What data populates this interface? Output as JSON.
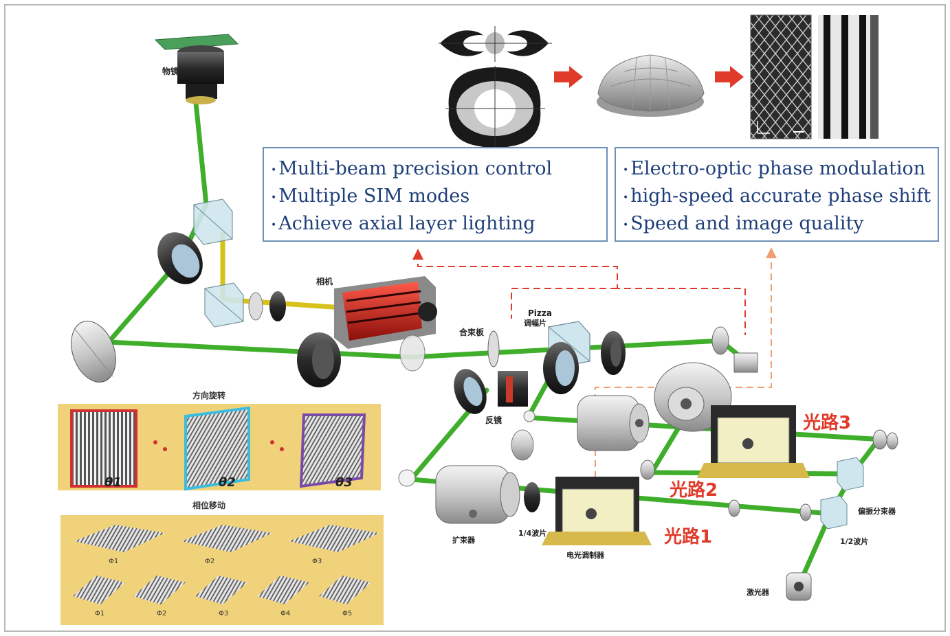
{
  "feature_boxes": {
    "left": {
      "items": [
        "Multi-beam precision control",
        "Multiple SIM modes",
        "Achieve axial layer lighting"
      ]
    },
    "right": {
      "items": [
        "Electro-optic phase modulation",
        "high-speed accurate phase shift",
        "Speed and image quality"
      ]
    }
  },
  "component_labels": {
    "objective": "物镜",
    "camera": "相机",
    "pizza": "Pizza",
    "halfwave_pizza": "调幅片",
    "combiner": "合束板",
    "mirror": "反镜",
    "expander": "扩束器",
    "quarter_wave": "1/4波片",
    "eo_modulator": "电光调制器",
    "polarizing_splitter": "偏振分束器",
    "half_wave": "1/2波片",
    "laser": "激光器"
  },
  "path_labels": {
    "path1": "光路1",
    "path2": "光路2",
    "path3": "光路3"
  },
  "panels": {
    "rotation_title": "方向旋转",
    "rotation_angles": [
      "θ1",
      "θ2",
      "θ3"
    ],
    "phase_title": "相位移动",
    "phase_top": [
      "Φ1",
      "Φ2",
      "Φ3"
    ],
    "phase_bottom": [
      "Φ1",
      "Φ2",
      "Φ3",
      "Φ4",
      "Φ5"
    ]
  },
  "colors": {
    "beam": "#3fae2a",
    "box_border": "#6e8fb8",
    "box_text": "#1f3f7a",
    "path_label": "#e03a2a",
    "arrow_red": "#e03a2a",
    "arrow_orange": "#f0a070",
    "panel_bg": "#f0d27a"
  }
}
